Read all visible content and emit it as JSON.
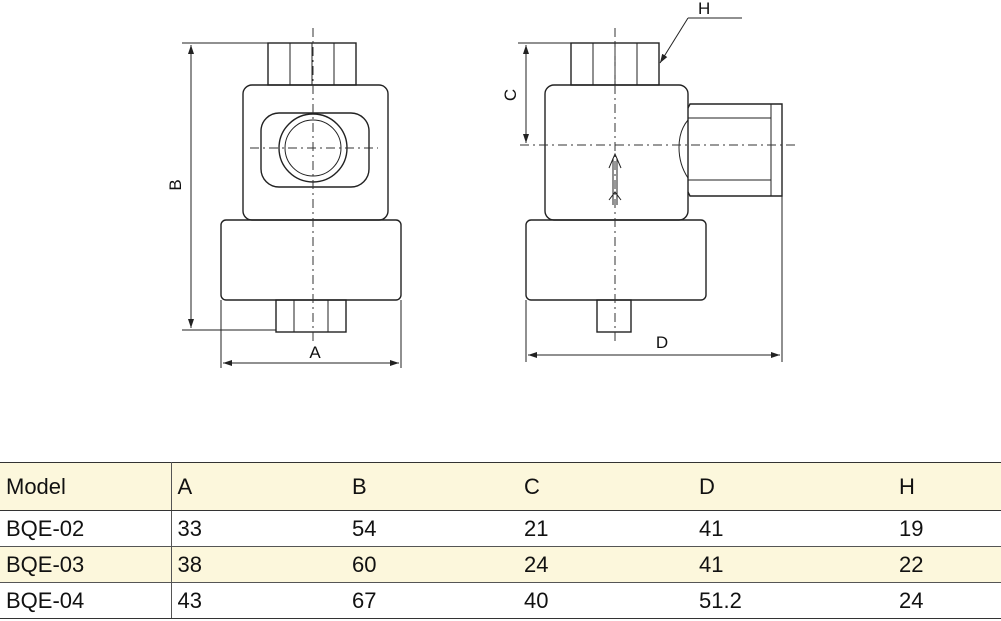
{
  "drawing": {
    "dimension_labels": {
      "A": "A",
      "B": "B",
      "C": "C",
      "D": "D",
      "H": "H"
    }
  },
  "table": {
    "headers": [
      "Model",
      "A",
      "B",
      "C",
      "D",
      "H"
    ],
    "rows": [
      [
        "BQE-02",
        "33",
        "54",
        "21",
        "41",
        "19"
      ],
      [
        "BQE-03",
        "38",
        "60",
        "24",
        "41",
        "22"
      ],
      [
        "BQE-04",
        "43",
        "67",
        "40",
        "51.2",
        "24"
      ]
    ]
  }
}
